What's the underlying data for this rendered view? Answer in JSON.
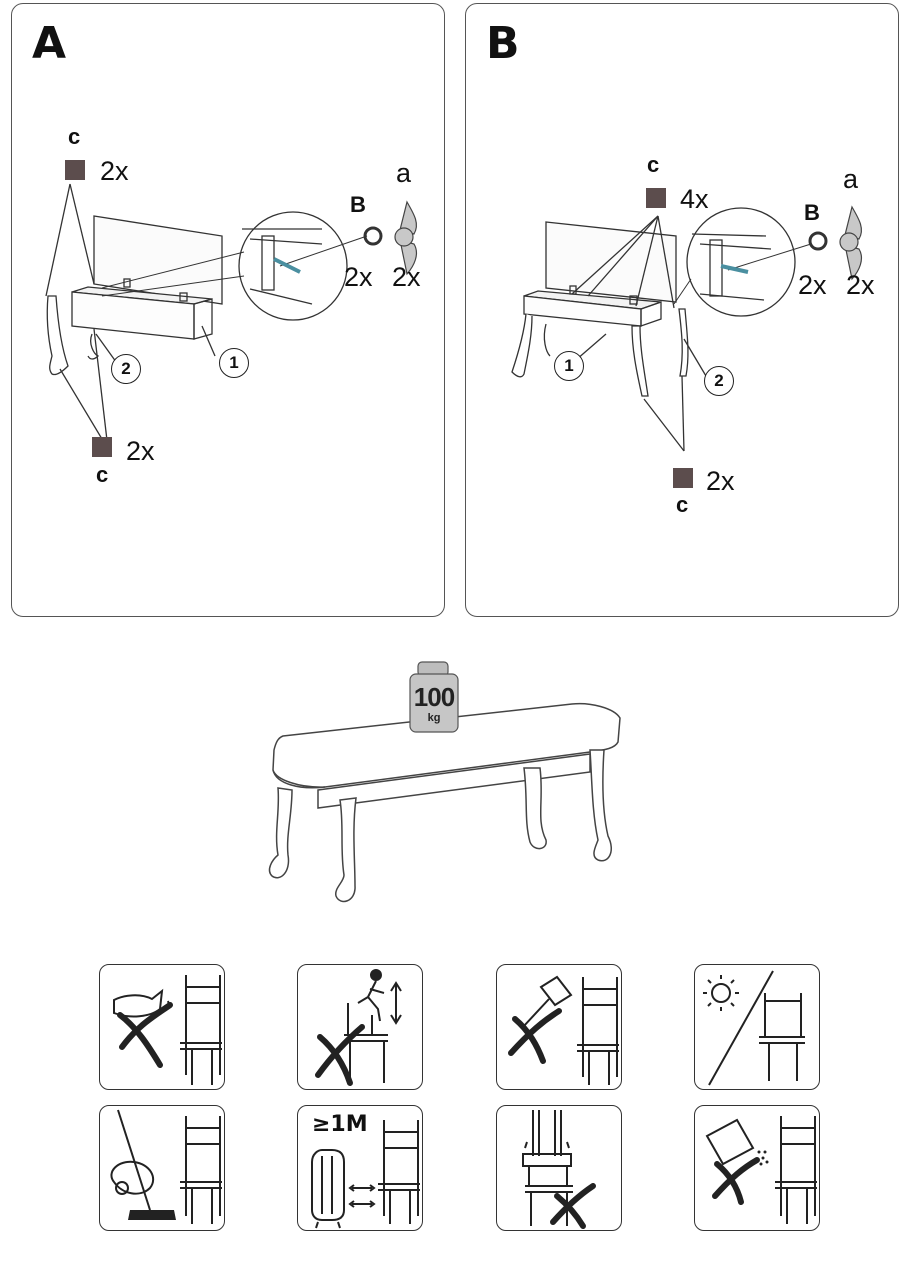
{
  "panel_a": {
    "letter": "A",
    "c_top": {
      "letter": "c",
      "qty": "2x"
    },
    "c_bottom": {
      "letter": "c",
      "qty": "2x"
    },
    "washer": {
      "letter": "B",
      "qty": "2x"
    },
    "wingnut": {
      "letter": "a",
      "qty": "2x"
    },
    "callout_1": "1",
    "callout_2": "2"
  },
  "panel_b": {
    "letter": "B",
    "c_top": {
      "letter": "c",
      "qty": "4x"
    },
    "c_bottom": {
      "letter": "c",
      "qty": "2x"
    },
    "washer": {
      "letter": "B",
      "qty": "2x"
    },
    "wingnut": {
      "letter": "a",
      "qty": "2x"
    },
    "callout_1": "1",
    "callout_2": "2"
  },
  "load": {
    "value": "100",
    "unit": "kg"
  },
  "care_icons": {
    "distance_label": "≥1M",
    "items": [
      "no-chemicals-icon",
      "do-not-stand-on-chair-icon",
      "no-hammer-icon",
      "avoid-direct-sunlight-icon",
      "vacuum-mop-ok-icon",
      "keep-away-from-heater-icon",
      "do-not-compress-icon",
      "no-cleaning-powder-icon"
    ]
  },
  "colors": {
    "pad": "#5c4d4d",
    "line": "#333333",
    "hardware": "#4a8fa0"
  }
}
